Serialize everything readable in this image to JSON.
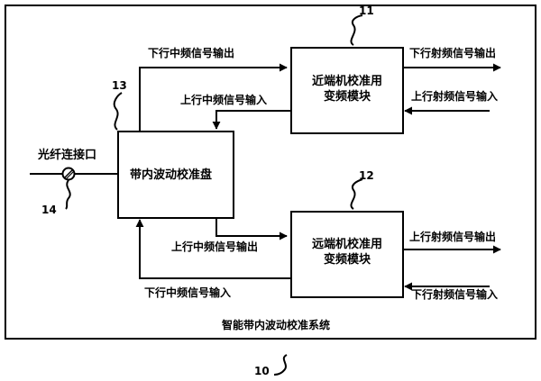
{
  "system": {
    "caption": "智能带内波动校准系统",
    "ref": "10"
  },
  "blocks": {
    "calibration_disc": {
      "label": "带内波动校准盘",
      "ref": "13"
    },
    "near_end": {
      "line1": "近端机校准用",
      "line2": "变频模块",
      "ref": "11"
    },
    "far_end": {
      "line1": "远端机校准用",
      "line2": "变频模块",
      "ref": "12"
    }
  },
  "port": {
    "label": "光纤连接口",
    "ref": "14"
  },
  "signals": {
    "dl_if_out": "下行中频信号输出",
    "ul_if_in": "上行中频信号输入",
    "dl_rf_out": "下行射频信号输出",
    "ul_rf_in": "上行射频信号输入",
    "ul_if_out": "上行中频信号输出",
    "dl_if_in": "下行中频信号输入",
    "ul_rf_out": "上行射频信号输出",
    "dl_rf_in": "下行射频信号输入"
  }
}
